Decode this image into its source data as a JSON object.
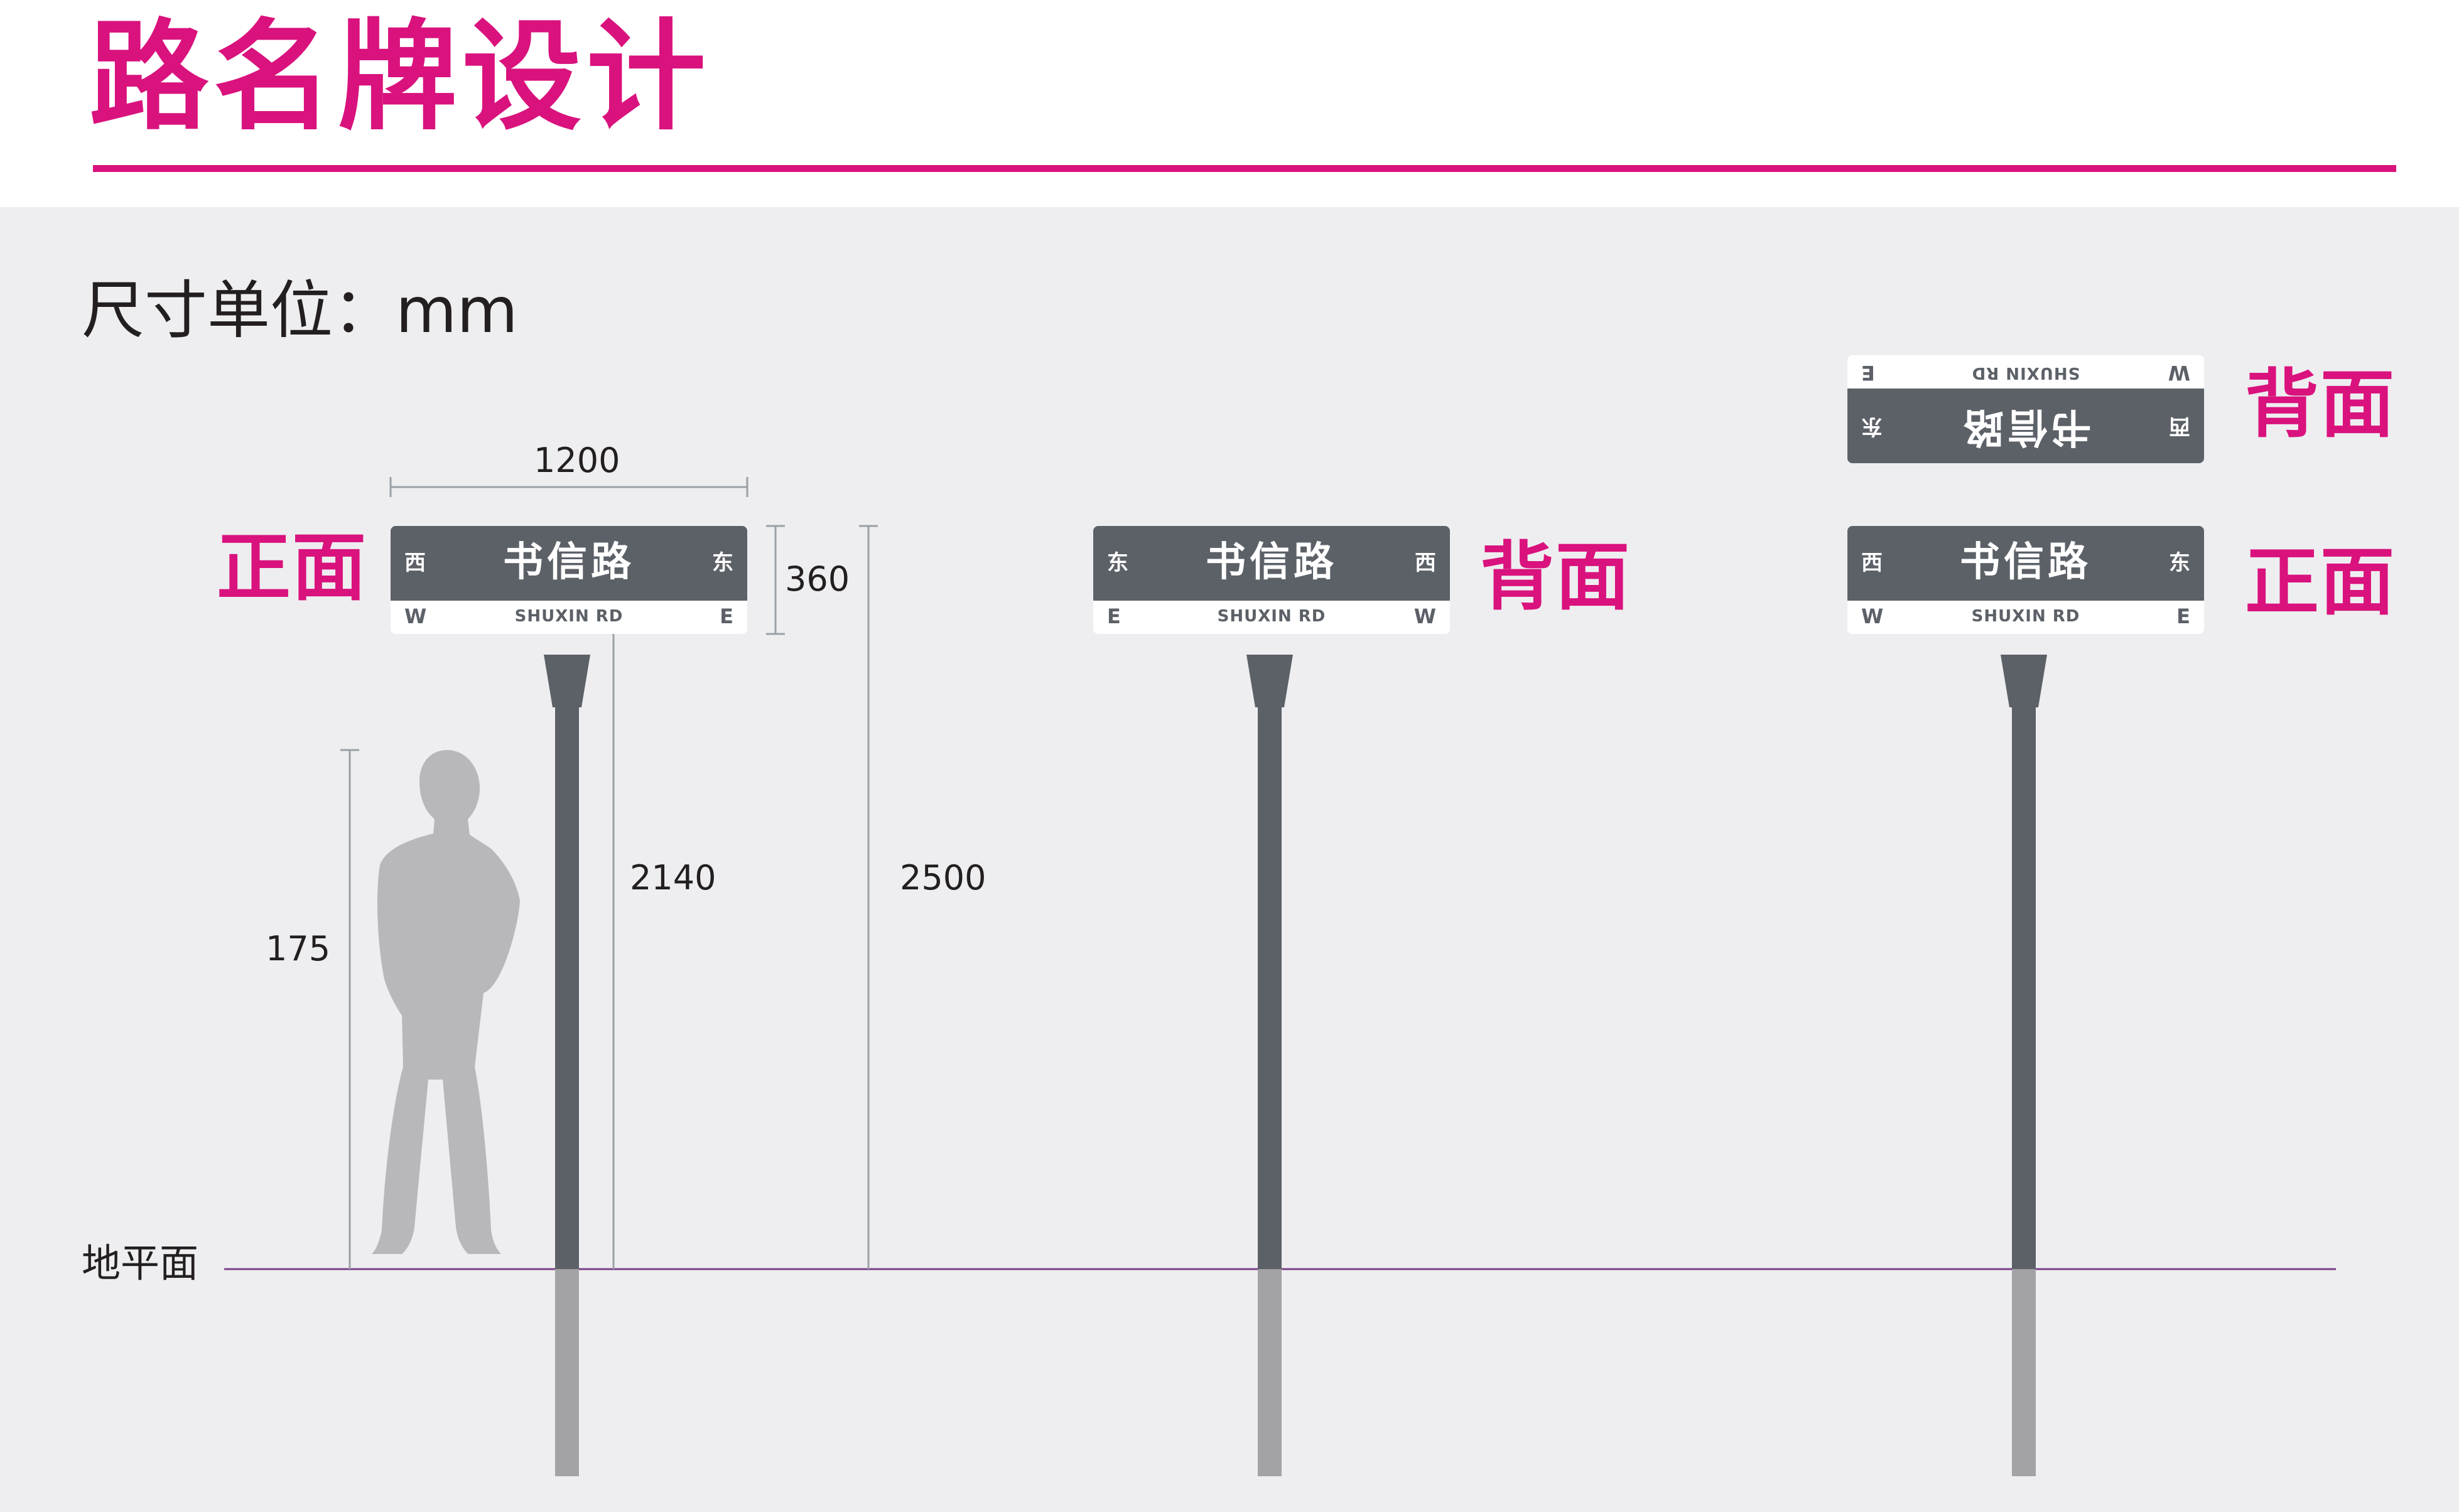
{
  "header": {
    "title": "路名牌设计"
  },
  "diagram": {
    "unit_note": "尺寸单位：mm",
    "ground_label": "地平面",
    "dimensions": {
      "width": "1200",
      "sign_height": "360",
      "person_height": "175",
      "sign_bottom_height": "2140",
      "total_height": "2500"
    },
    "labels": {
      "front": "正面",
      "back": "背面"
    },
    "sign_front": {
      "name_cn": "书信路",
      "left_cn": "西",
      "right_cn": "东",
      "name_en": "SHUXIN RD",
      "left_en": "W",
      "right_en": "E"
    },
    "sign_back": {
      "name_cn": "书信路",
      "left_cn": "东",
      "right_cn": "西",
      "name_en": "SHUXIN RD",
      "left_en": "E",
      "right_en": "W"
    }
  },
  "colors": {
    "accent": "#d9127d",
    "sign": "#5c6168",
    "pole_below_ground": "#a3a3a5",
    "ground_line": "#7a3f88",
    "person": "#b8b8ba",
    "dimension_line": "#9aa0a6",
    "background": "#eeeef0"
  }
}
